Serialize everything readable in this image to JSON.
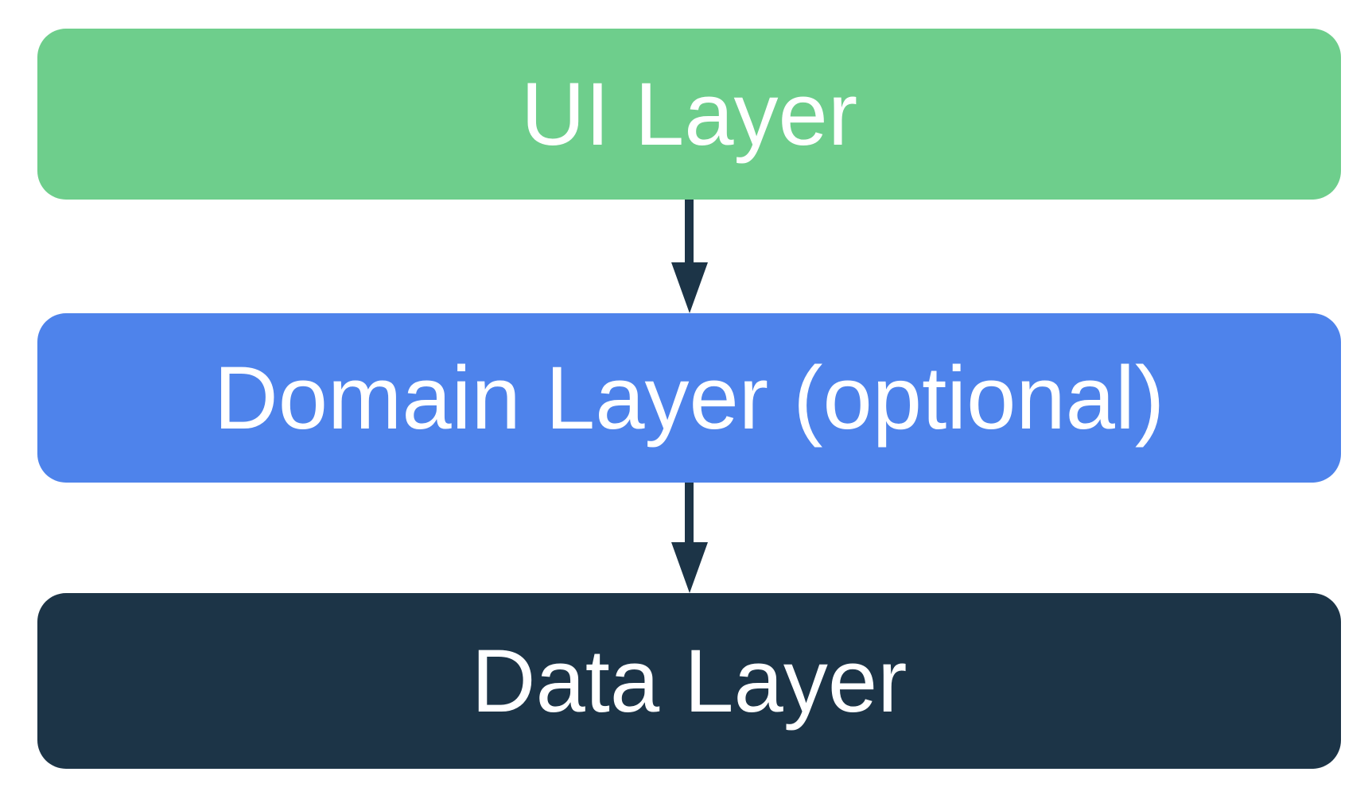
{
  "colors": {
    "background": "#ffffff",
    "label_text": "#ffffff",
    "arrow": "#1c3447"
  },
  "layers": [
    {
      "id": "ui-layer",
      "label": "UI Layer",
      "color": "#6ece8c"
    },
    {
      "id": "domain-layer",
      "label": "Domain Layer (optional)",
      "color": "#4e83eb"
    },
    {
      "id": "data-layer",
      "label": "Data Layer",
      "color": "#1c3447"
    }
  ],
  "edges": [
    {
      "from": "ui-layer",
      "to": "domain-layer",
      "direction": "down"
    },
    {
      "from": "domain-layer",
      "to": "data-layer",
      "direction": "down"
    }
  ]
}
